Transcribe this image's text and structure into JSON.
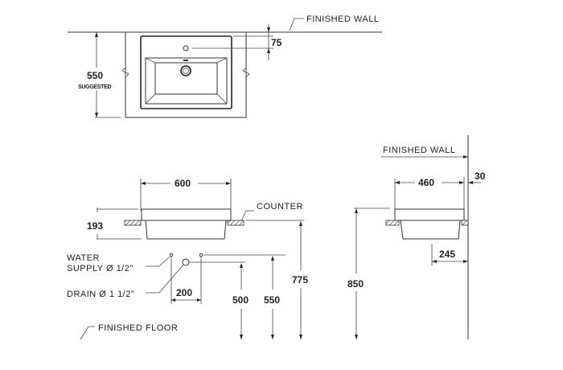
{
  "drawing": {
    "top_view": {
      "finished_wall_label": "FINISHED WALL",
      "depth_dim": "550",
      "depth_note": "SUGGESTED",
      "tap_hole_dim": "75"
    },
    "front_view": {
      "width_dim": "600",
      "height_dim": "193",
      "counter_label": "COUNTER",
      "water_supply_label_line1": "WATER",
      "water_supply_label_line2": "SUPPLY Ø 1/2\"",
      "drain_label": "DRAIN Ø 1 1/2\"",
      "supply_spacing_dim": "200",
      "drain_height_dim": "500",
      "supply_height_dim": "550",
      "counter_height_dim": "775",
      "finished_floor_label": "FINISHED FLOOR"
    },
    "side_view": {
      "finished_wall_label": "FINISHED WALL",
      "depth_dim": "460",
      "wall_gap_dim": "30",
      "drain_offset_dim": "245",
      "rim_height_dim": "850"
    }
  }
}
